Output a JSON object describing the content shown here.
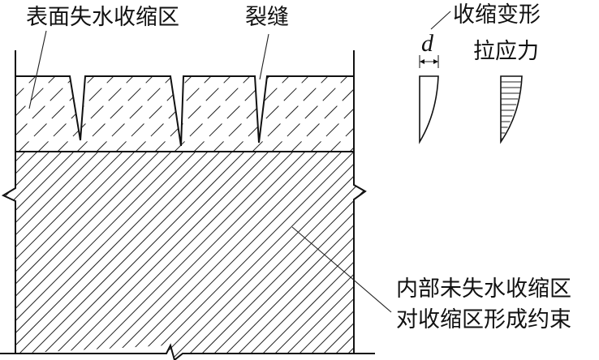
{
  "labels": {
    "surface_zone": "表面失水收缩区",
    "crack": "裂缝",
    "shrinkage_deformation": "收缩变形",
    "d_symbol": "d",
    "tensile_stress": "拉应力",
    "interior_line1": "内部未失水收缩区",
    "interior_line2": "对收缩区形成约束"
  }
}
